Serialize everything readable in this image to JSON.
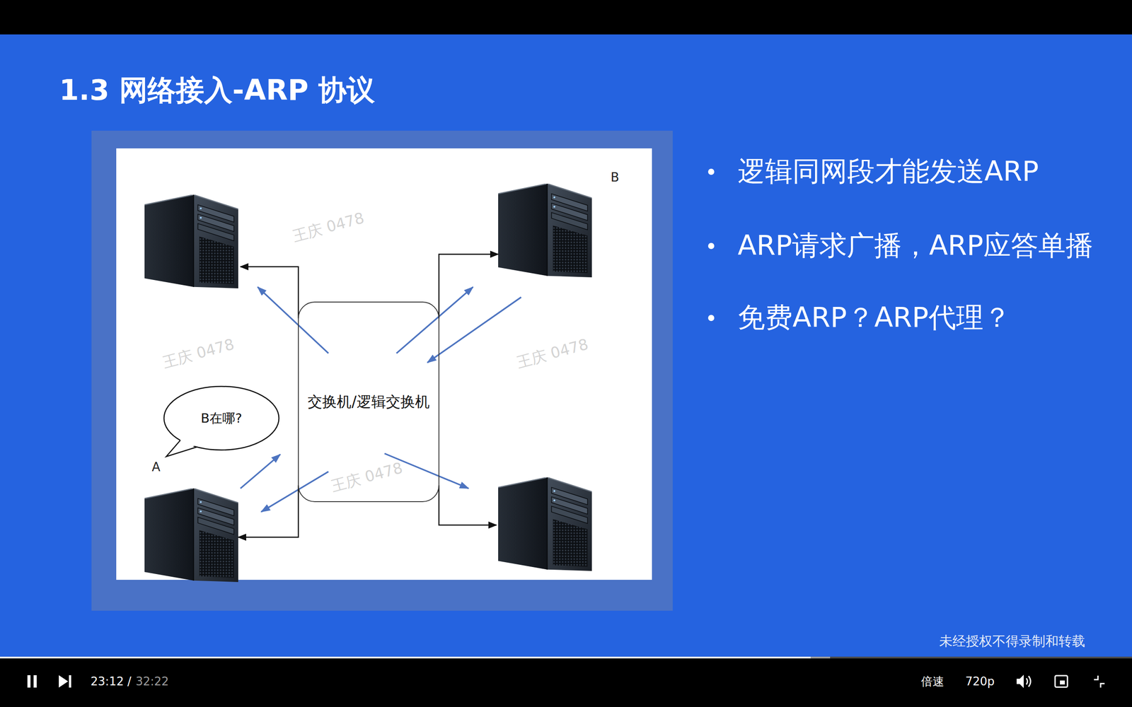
{
  "diagram": {
    "title": "1.3 网络接入-ARP 协议",
    "nodes": [
      {
        "text": [
          "交换机/逻辑交换机"
        ]
      },
      {
        "text": [
          "B"
        ]
      },
      {
        "text": [
          "A"
        ]
      },
      {
        "text": [
          "B在哪?"
        ]
      }
    ],
    "edges": [
      {
        "from": 0,
        "to": 2,
        "arrow": "to"
      },
      {
        "from": 0,
        "to": 1,
        "arrow": "to"
      }
    ],
    "labels": [
      "逻辑同网段才能发送ARP",
      "ARP请求广播，ARP应答单播",
      "免费ARP？ARP代理？",
      "王庆 0478",
      "王庆 0478",
      "王庆 0478",
      "王庆 0478",
      "未经授权不得录制和转载",
      "23:12 /",
      "32:22",
      "倍速",
      "720p"
    ]
  }
}
